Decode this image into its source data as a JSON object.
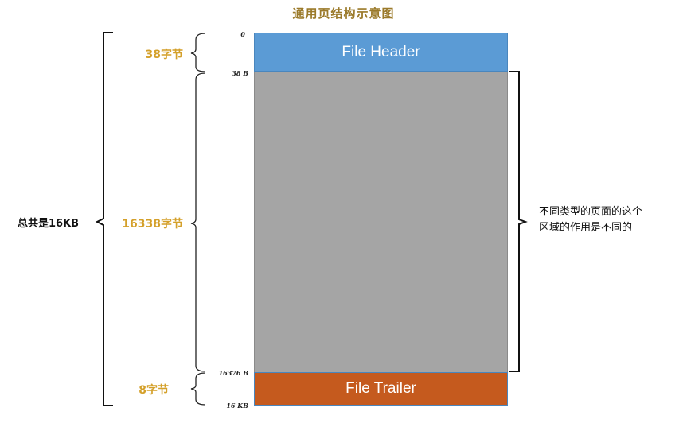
{
  "title": "通用页结构示意图",
  "blocks": {
    "header": {
      "label": "File Header",
      "color": "#5b9bd5"
    },
    "body": {
      "label": "",
      "color": "#a5a5a5"
    },
    "trailer": {
      "label": "File Trailer",
      "color": "#c55a1e"
    }
  },
  "offsets": [
    "0",
    "38 B",
    "16376 B",
    "16 KB"
  ],
  "sizes": {
    "header": "38字节",
    "body": "16338字节",
    "trailer": "8字节"
  },
  "total": "总共是16KB",
  "note": {
    "line1": "不同类型的页面的这个",
    "line2": "区域的作用是不同的"
  }
}
